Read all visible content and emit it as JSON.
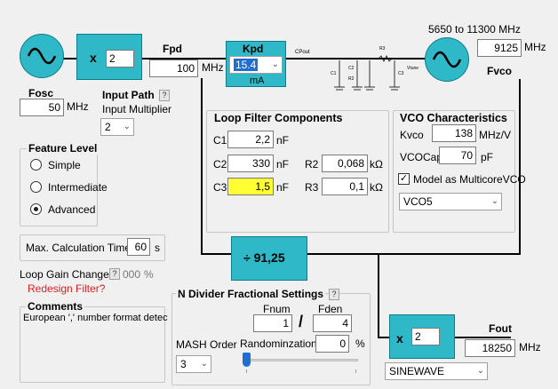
{
  "vco_range": "5650 to 11300 MHz",
  "fosc": {
    "label": "Fosc",
    "value": "50",
    "unit": "MHz"
  },
  "ref_mult": {
    "symbol": "x",
    "value": "2"
  },
  "fpd": {
    "label": "Fpd",
    "value": "100",
    "unit": "MHz"
  },
  "kpd": {
    "label": "Kpd",
    "value": "15.4",
    "unit": "mA"
  },
  "fvco": {
    "label": "Fvco",
    "value": "9125",
    "unit": "MHz"
  },
  "schematic": {
    "cpout": "CPout",
    "c1": "C1",
    "c2": "C2",
    "c3": "C3",
    "r2": "R2",
    "r3": "R3",
    "vtune": "Vtune"
  },
  "input_path": {
    "title": "Input Path",
    "help": "?",
    "sublabel": "Input Multiplier",
    "selected": "2"
  },
  "feature_level": {
    "title": "Feature Level",
    "options": [
      "Simple",
      "Intermediate",
      "Advanced"
    ],
    "selected": "Advanced"
  },
  "loop_filter": {
    "title": "Loop Filter Components",
    "c1": {
      "label": "C1",
      "value": "2,2",
      "unit": "nF"
    },
    "c2": {
      "label": "C2",
      "value": "330",
      "unit": "nF"
    },
    "c3": {
      "label": "C3",
      "value": "1,5",
      "unit": "nF"
    },
    "r2": {
      "label": "R2",
      "value": "0,068",
      "unit": "kΩ"
    },
    "r3": {
      "label": "R3",
      "value": "0,1",
      "unit": "kΩ"
    }
  },
  "vco_char": {
    "title": "VCO Characteristics",
    "kvco": {
      "label": "Kvco",
      "value": "138",
      "unit": "MHz/V"
    },
    "vcocap": {
      "label": "VCOCap",
      "value": "70",
      "unit": "pF"
    },
    "multicore_label": "Model as MulticoreVCO",
    "vco_select": "VCO5"
  },
  "n_divider": {
    "label": "÷ 91,25"
  },
  "max_calc": {
    "label": "Max. Calculation Time",
    "value": "60",
    "unit": "s"
  },
  "loop_gain": {
    "label": "Loop Gain Change",
    "help": "?",
    "value": "000",
    "unit": "%"
  },
  "redesign": "Redesign Filter?",
  "comments": {
    "title": "Comments",
    "text": "European ',' number format detec"
  },
  "nfrac": {
    "title": "N Divider Fractional Settings",
    "help": "?",
    "fnum_label": "Fnum",
    "fnum": "1",
    "slash": "/",
    "fden_label": "Fden",
    "fden": "4",
    "mash_label": "MASH Order",
    "mash": "3",
    "random_label": "Randominzation",
    "random": "0",
    "random_unit": "%"
  },
  "out_mult": {
    "symbol": "x",
    "value": "2"
  },
  "fout": {
    "label": "Fout",
    "value": "18250",
    "unit": "MHz"
  },
  "waveform": "SINEWAVE"
}
